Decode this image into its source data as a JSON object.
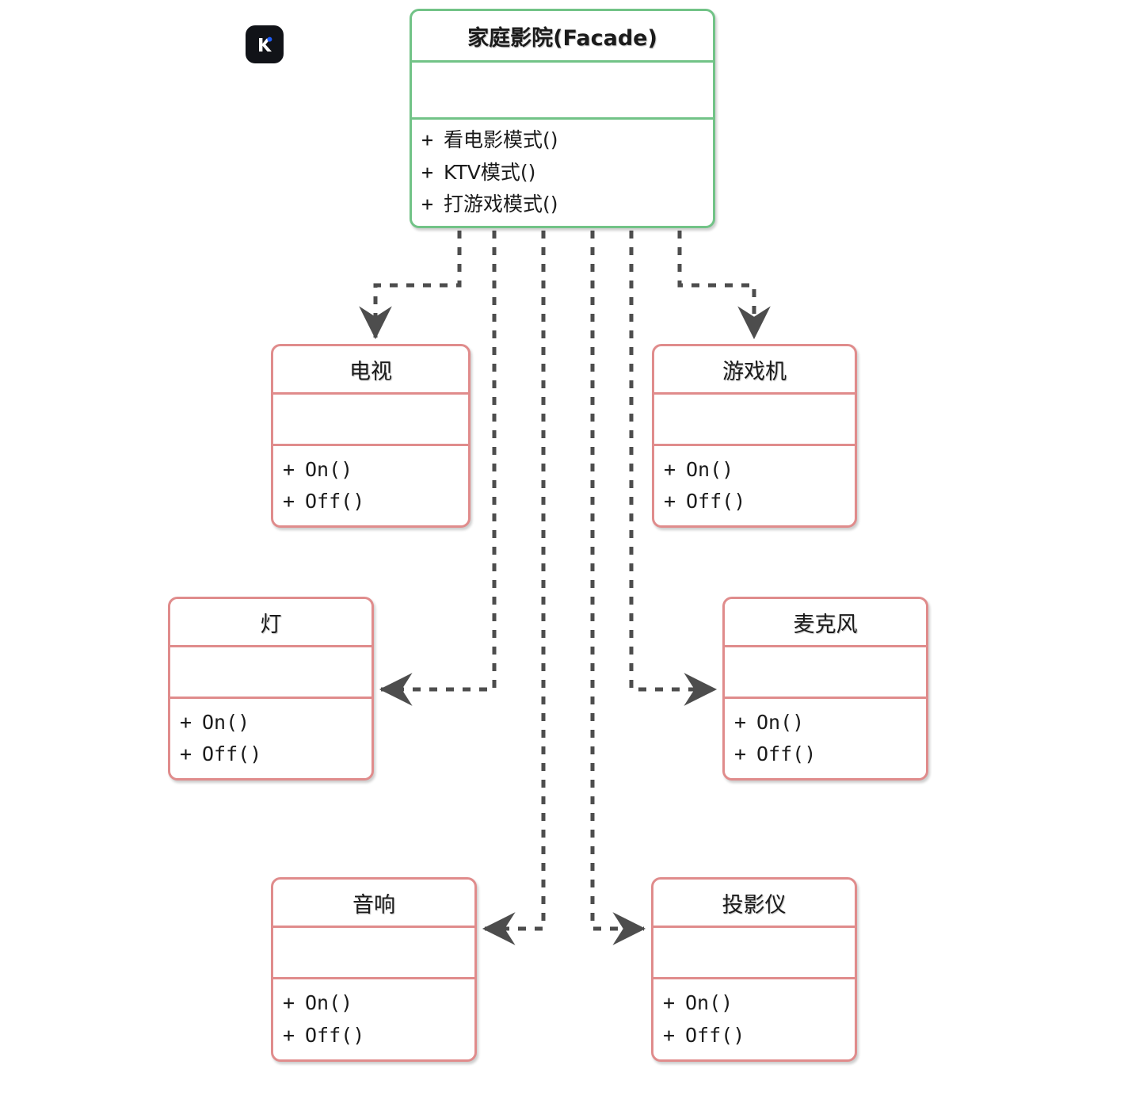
{
  "diagram": {
    "title": "Facade Pattern - Home Theater UML Class Diagram",
    "type": "uml-class-diagram",
    "colors": {
      "facade_border": "#72c387",
      "subsystem_border": "#e08c8c",
      "connector": "#4d4d4d",
      "background": "#ffffff",
      "logo_background": "#111318",
      "logo_accent": "#1f5dfa"
    }
  },
  "logo": {
    "name": "app-logo",
    "glyph": "K",
    "dot": "•"
  },
  "classes": {
    "facade": {
      "name": "家庭影院(Facade)",
      "attributes": [],
      "operations": [
        {
          "visibility": "+",
          "signature": "看电影模式()"
        },
        {
          "visibility": "+",
          "signature": "KTV模式()"
        },
        {
          "visibility": "+",
          "signature": "打游戏模式()"
        }
      ]
    },
    "tv": {
      "name": "电视",
      "attributes": [],
      "operations": [
        {
          "visibility": "+",
          "signature": "On()"
        },
        {
          "visibility": "+",
          "signature": "Off()"
        }
      ]
    },
    "console": {
      "name": "游戏机",
      "attributes": [],
      "operations": [
        {
          "visibility": "+",
          "signature": "On()"
        },
        {
          "visibility": "+",
          "signature": "Off()"
        }
      ]
    },
    "light": {
      "name": "灯",
      "attributes": [],
      "operations": [
        {
          "visibility": "+",
          "signature": "On()"
        },
        {
          "visibility": "+",
          "signature": "Off()"
        }
      ]
    },
    "microphone": {
      "name": "麦克风",
      "attributes": [],
      "operations": [
        {
          "visibility": "+",
          "signature": "On()"
        },
        {
          "visibility": "+",
          "signature": "Off()"
        }
      ]
    },
    "speaker": {
      "name": "音响",
      "attributes": [],
      "operations": [
        {
          "visibility": "+",
          "signature": "On()"
        },
        {
          "visibility": "+",
          "signature": "Off()"
        }
      ]
    },
    "projector": {
      "name": "投影仪",
      "attributes": [],
      "operations": [
        {
          "visibility": "+",
          "signature": "On()"
        },
        {
          "visibility": "+",
          "signature": "Off()"
        }
      ]
    }
  },
  "relations": [
    {
      "from": "facade",
      "to": "tv",
      "style": "dashed",
      "arrow": "open",
      "kind": "dependency"
    },
    {
      "from": "facade",
      "to": "light",
      "style": "dashed",
      "arrow": "open",
      "kind": "dependency"
    },
    {
      "from": "facade",
      "to": "speaker",
      "style": "dashed",
      "arrow": "open",
      "kind": "dependency"
    },
    {
      "from": "facade",
      "to": "projector",
      "style": "dashed",
      "arrow": "open",
      "kind": "dependency"
    },
    {
      "from": "facade",
      "to": "microphone",
      "style": "dashed",
      "arrow": "open",
      "kind": "dependency"
    },
    {
      "from": "facade",
      "to": "console",
      "style": "dashed",
      "arrow": "open",
      "kind": "dependency"
    }
  ]
}
